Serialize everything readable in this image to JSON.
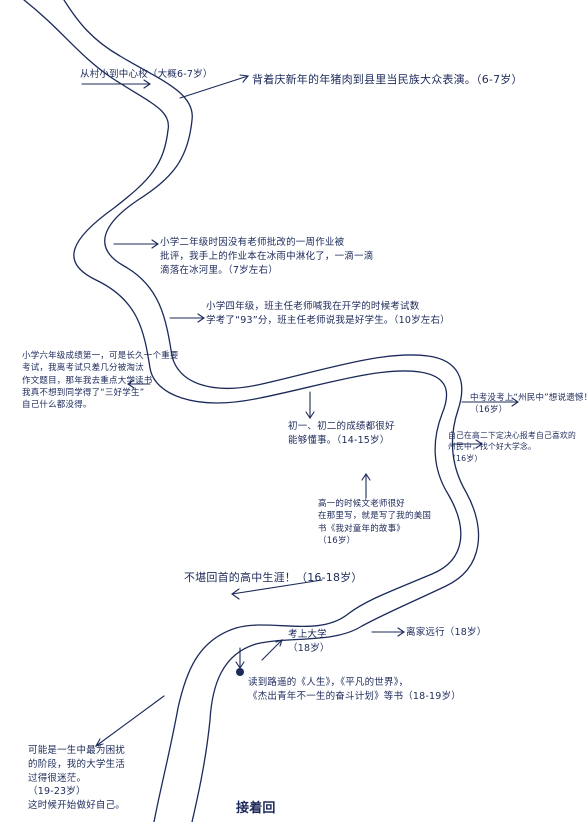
{
  "colors": {
    "ink": "#1c2a5a",
    "paper": "#ffffff"
  },
  "events": [
    {
      "id": "e1",
      "lines": [
        "从村小到中心校（大概6-7岁）"
      ]
    },
    {
      "id": "e2",
      "lines": [
        "背着庆新年的年猪肉到县里当民族大众表演。（6-7岁）"
      ]
    },
    {
      "id": "e3",
      "lines": [
        "小学二年级时因没有老师批改的一周作业被",
        "批评，我手上的作业本在冰雨中淋化了，一滴一滴",
        "滴落在冰河里。（7岁左右）"
      ]
    },
    {
      "id": "e4",
      "lines": [
        "小学四年级，班主任老师喊我在开学的时候考试数",
        "学考了“93”分，班主任老师说我是好学生。（10岁左右）"
      ]
    },
    {
      "id": "e5",
      "lines": [
        "小学六年级成绩第一，可是长久一个重要",
        "考试，我离考试只差几分被淘汰",
        "作文题目，那年我去重点大学读书",
        "我真不想到同学得了“三好学生”",
        "自己什么都没得。"
      ]
    },
    {
      "id": "e6",
      "lines": [
        "初一、初二的成绩都很好",
        "能够懂事。（14-15岁）"
      ]
    },
    {
      "id": "e7",
      "lines": [
        "中考没考上“州民中”想说遗憾！",
        "（16岁）"
      ]
    },
    {
      "id": "e8",
      "lines": [
        "高一的时候文老师很好",
        "在那里写，就是写了我的美国",
        "书《我对童年的故事》",
        "（16岁）"
      ]
    },
    {
      "id": "e9",
      "lines": [
        "自己在高二下定决心报考自己喜欢的",
        "州民中，找个好大学念。",
        "（16岁）"
      ]
    },
    {
      "id": "e10",
      "lines": [
        "不堪回首的高中生涯！（16-18岁）"
      ]
    },
    {
      "id": "e11",
      "lines": [
        "考上大学",
        "（18岁）"
      ]
    },
    {
      "id": "e12",
      "lines": [
        "离家远行（18岁）"
      ]
    },
    {
      "id": "e13",
      "lines": [
        "读到路遥的《人生》，《平凡的世界》，",
        "《杰出青年不一生的奋斗计划》等书（18-19岁）"
      ]
    },
    {
      "id": "e14",
      "lines": [
        "可能是一生中最为困扰",
        "的阶段，我的大学生活",
        "过得很迷茫。",
        "（19-23岁）",
        "这时候开始做好自己。"
      ]
    },
    {
      "id": "e15",
      "lines": [
        "接着回"
      ]
    }
  ]
}
